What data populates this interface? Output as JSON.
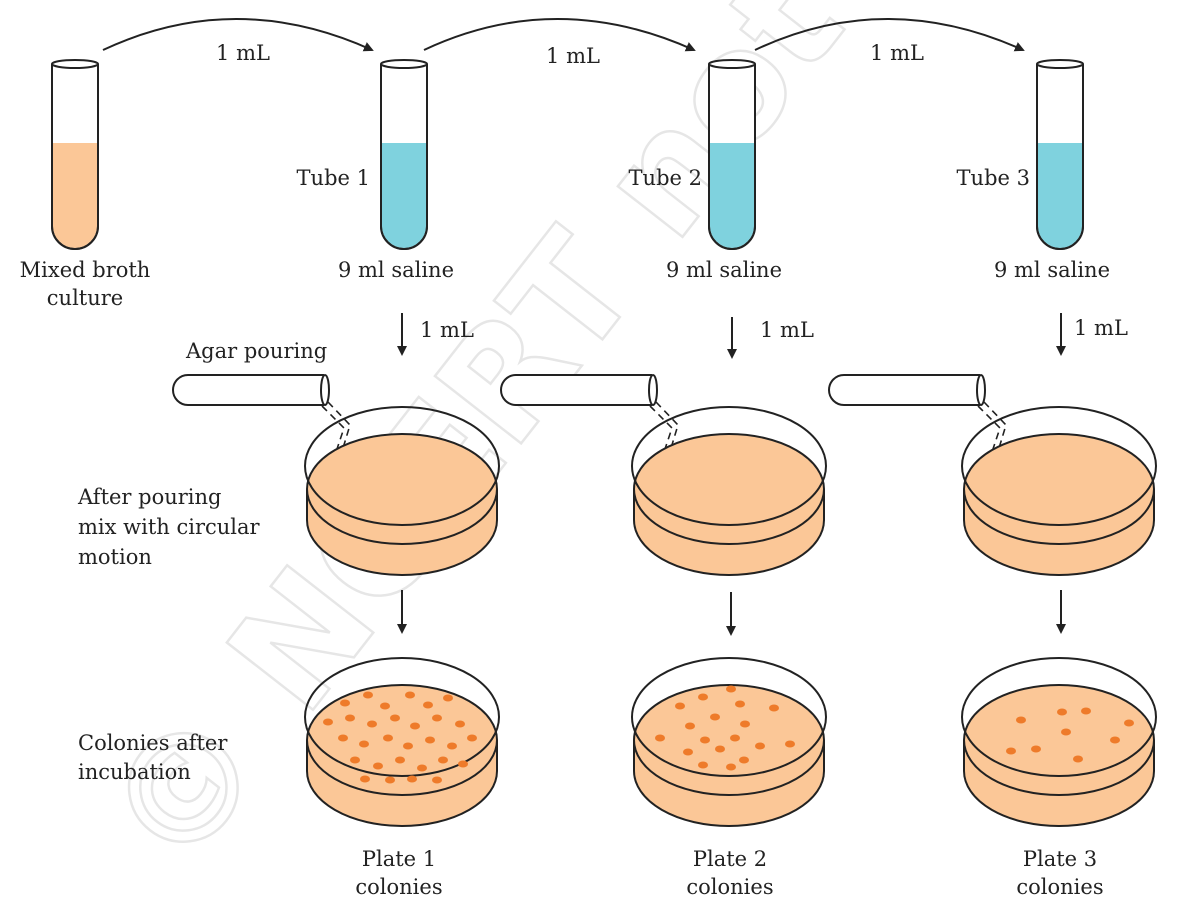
{
  "colors": {
    "broth": "#fbc797",
    "saline": "#7fd2de",
    "agar": "#fbc797",
    "colony": "#ee7b2a",
    "ink": "#222222"
  },
  "transfer_labels": {
    "broth_to_tube1": "1 mL",
    "tube1_to_tube2": "1 mL",
    "tube2_to_tube3": "1 mL",
    "tube1_to_plate1": "1 mL",
    "tube2_to_plate2": "1 mL",
    "tube3_to_plate3": "1 mL"
  },
  "broth": {
    "label_line1": "Mixed broth",
    "label_line2": "culture"
  },
  "tubes": [
    {
      "name": "Tube 1",
      "caption": "9 ml saline"
    },
    {
      "name": "Tube 2",
      "caption": "9 ml saline"
    },
    {
      "name": "Tube 3",
      "caption": "9 ml saline"
    }
  ],
  "steps": {
    "agar_pouring": "Agar pouring",
    "mix_line1": "After pouring",
    "mix_line2": "mix with circular",
    "mix_line3": "motion",
    "incubation_line1": "Colonies after",
    "incubation_line2": "incubation"
  },
  "plates": [
    {
      "line1": "Plate 1",
      "line2": "colonies",
      "colony_count": 30
    },
    {
      "line1": "Plate 2",
      "line2": "colonies",
      "colony_count": 18
    },
    {
      "line1": "Plate 3",
      "line2": "colonies",
      "colony_count": 9
    }
  ],
  "watermark": "© NCERT not to be republished"
}
